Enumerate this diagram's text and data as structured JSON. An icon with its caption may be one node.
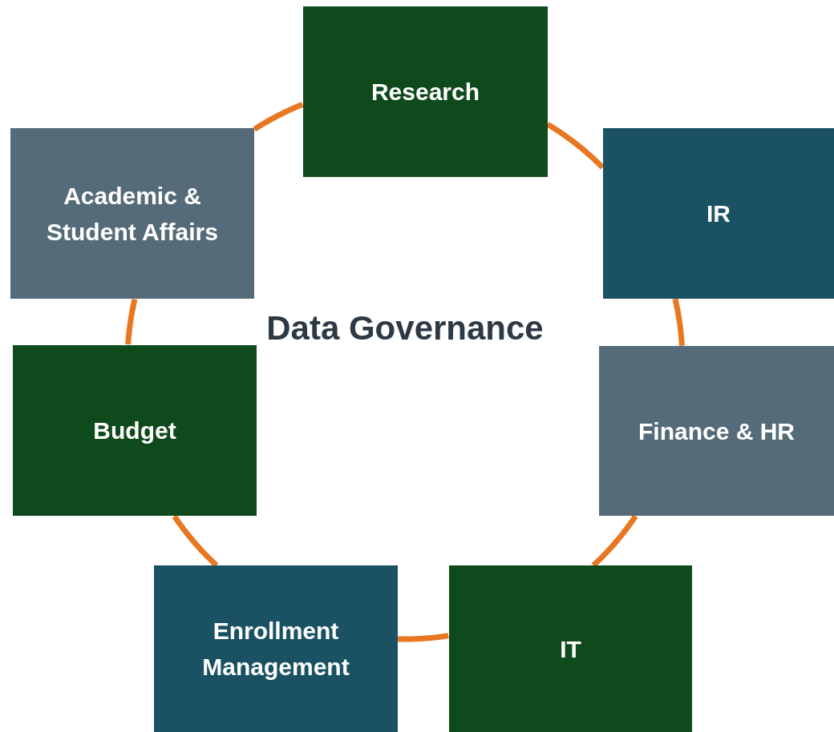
{
  "diagram": {
    "nodes": [
      {
        "text": [
          "Research"
        ]
      },
      {
        "text": [
          "IR"
        ]
      },
      {
        "text": [
          "Finance & HR"
        ]
      },
      {
        "text": [
          "IT"
        ]
      },
      {
        "text": [
          "Enrollment Management"
        ]
      },
      {
        "text": [
          "Budget"
        ]
      },
      {
        "text": [
          "Academic & Student Affairs"
        ]
      }
    ],
    "edges": [
      {
        "from": 0,
        "to": 1,
        "arrow": "none"
      },
      {
        "from": 1,
        "to": 2,
        "arrow": "none"
      },
      {
        "from": 2,
        "to": 3,
        "arrow": "none"
      },
      {
        "from": 3,
        "to": 4,
        "arrow": "none"
      },
      {
        "from": 4,
        "to": 5,
        "arrow": "none"
      },
      {
        "from": 5,
        "to": 6,
        "arrow": "none"
      },
      {
        "from": 6,
        "to": 0,
        "arrow": "none"
      }
    ],
    "labels": [
      "Data Governance"
    ]
  }
}
